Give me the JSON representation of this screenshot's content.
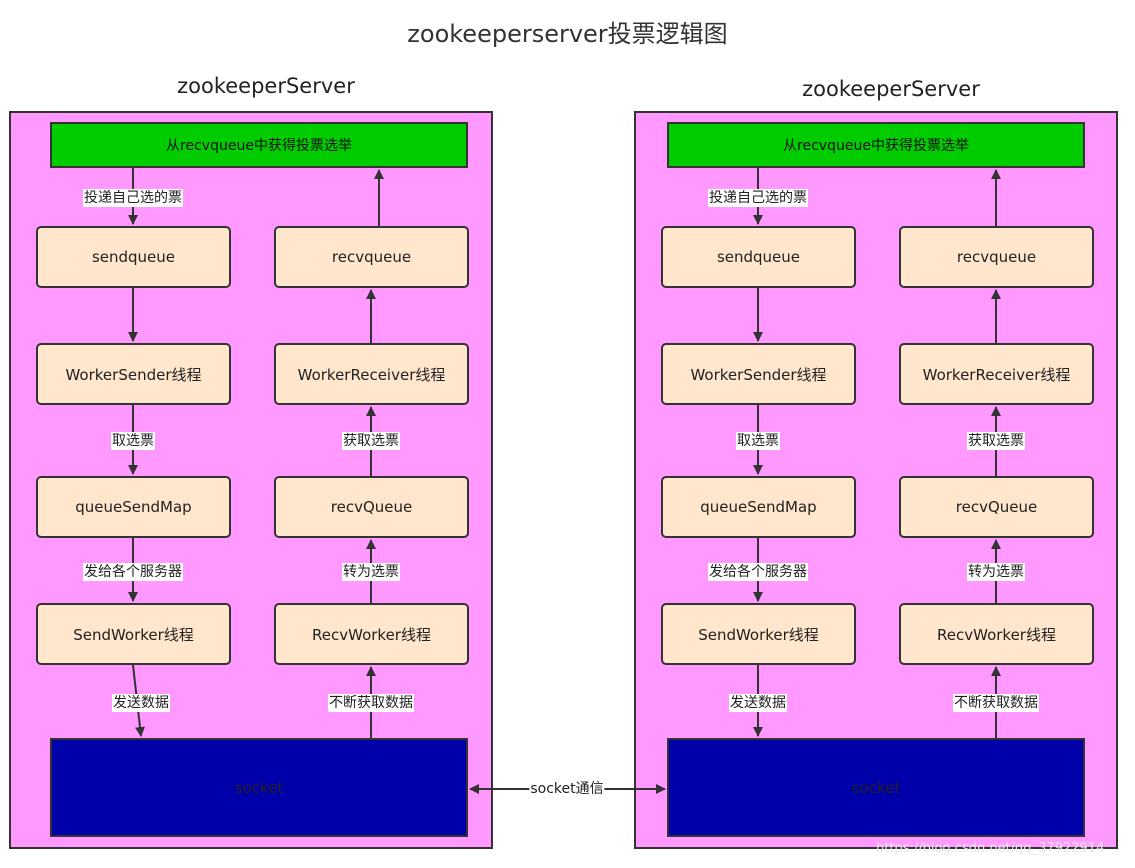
{
  "title": "zookeeperserver投票逻辑图",
  "servers": [
    {
      "name": "zookeeperServer",
      "top_bar": "从recvqueue中获得投票选举",
      "nodes": {
        "sendqueue": "sendqueue",
        "worker_sender": "WorkerSender线程",
        "queue_send_map": "queueSendMap",
        "send_worker": "SendWorker线程",
        "recvqueue_top": "recvqueue",
        "worker_receiver": "WorkerReceiver线程",
        "recv_queue": "recvQueue",
        "recv_worker": "RecvWorker线程",
        "socket": "socket"
      },
      "edge_labels": {
        "vote_self": "投递自己选的票",
        "take_vote": "取选票",
        "send_to_servers": "发给各个服务器",
        "send_data": "发送数据",
        "get_vote": "获取选票",
        "convert_vote": "转为选票",
        "keep_getting": "不断获取数据"
      }
    },
    {
      "name": "zookeeperServer",
      "top_bar": "从recvqueue中获得投票选举",
      "nodes": {
        "sendqueue": "sendqueue",
        "worker_sender": "WorkerSender线程",
        "queue_send_map": "queueSendMap",
        "send_worker": "SendWorker线程",
        "recvqueue_top": "recvqueue",
        "worker_receiver": "WorkerReceiver线程",
        "recv_queue": "recvQueue",
        "recv_worker": "RecvWorker线程",
        "socket": "socket"
      },
      "edge_labels": {
        "vote_self": "投递自己选的票",
        "take_vote": "取选票",
        "send_to_servers": "发给各个服务器",
        "send_data": "发送数据",
        "get_vote": "获取选票",
        "convert_vote": "转为选票",
        "keep_getting": "不断获取数据"
      }
    }
  ],
  "socket_link_label": "socket通信",
  "watermark": "https://blog.csdn.net/qq_37922914",
  "colors": {
    "server_bg": "#ff99ff",
    "top_bar": "#00cc00",
    "node": "#ffe6cc",
    "socket": "#0000aa"
  }
}
